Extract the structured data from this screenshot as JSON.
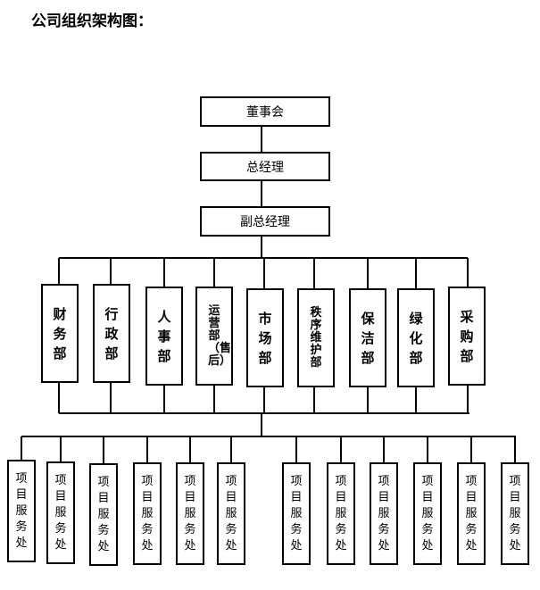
{
  "page": {
    "title": "公司组织架构图："
  },
  "top_nodes": [
    {
      "label": "董事会"
    },
    {
      "label": "总经理"
    },
    {
      "label": "副总经理"
    }
  ],
  "departments": [
    {
      "label": "财务部"
    },
    {
      "label": "行政部"
    },
    {
      "label": "人事部"
    },
    {
      "label": "运营部（售后）"
    },
    {
      "label": "市场部"
    },
    {
      "label": "秩序维护部"
    },
    {
      "label": "保洁部"
    },
    {
      "label": "绿化部"
    },
    {
      "label": "采购部"
    }
  ],
  "project_offices": [
    {
      "label": "项目服务处"
    },
    {
      "label": "项目服务处"
    },
    {
      "label": "项目服务处"
    },
    {
      "label": "项目服务处"
    },
    {
      "label": "项目服务处"
    },
    {
      "label": "项目服务处"
    },
    {
      "label": "项目服务处"
    },
    {
      "label": "项目服务处"
    },
    {
      "label": "项目服务处"
    },
    {
      "label": "项目服务处"
    },
    {
      "label": "项目服务处"
    },
    {
      "label": "项目服务处"
    }
  ]
}
